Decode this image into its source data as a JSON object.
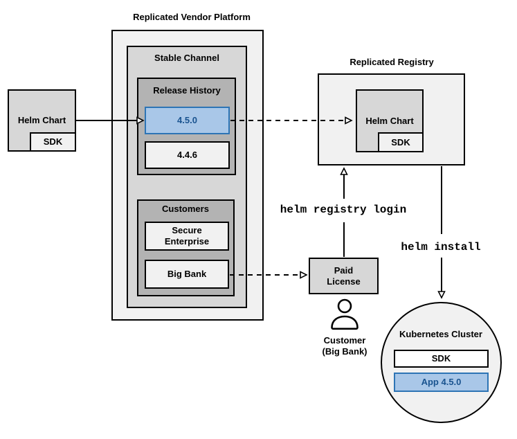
{
  "colors": {
    "highlight_fill": "#A9C7E8",
    "highlight_stroke": "#2D74B5",
    "highlight_text": "#19538F",
    "box_light_gray": "#F1F1F1",
    "box_mid_gray": "#D7D7D7",
    "box_dark_gray": "#B3B3B3",
    "box_white": "#FFFFFF",
    "line_color": "#000000"
  },
  "vendor_platform": {
    "title": "Replicated Vendor Platform",
    "stable_channel": {
      "title": "Stable Channel",
      "release_history": {
        "title": "Release History",
        "releases": [
          {
            "version": "4.5.0",
            "highlighted": true
          },
          {
            "version": "4.4.6",
            "highlighted": false
          }
        ]
      },
      "customers": {
        "title": "Customers",
        "items": [
          "Secure\nEnterprise",
          "Big Bank"
        ]
      }
    }
  },
  "helm_chart_source": {
    "label": "Helm Chart",
    "sdk": "SDK"
  },
  "registry": {
    "title": "Replicated Registry",
    "helm_chart": "Helm Chart",
    "sdk": "SDK"
  },
  "paid_license": {
    "label": "Paid\nLicense"
  },
  "customer": {
    "label": "Customer\n(Big Bank)"
  },
  "commands": {
    "registry_login": "helm registry login",
    "install": "helm install"
  },
  "kubernetes_cluster": {
    "title": "Kubernetes Cluster",
    "sdk": "SDK",
    "app": "App 4.5.0"
  }
}
